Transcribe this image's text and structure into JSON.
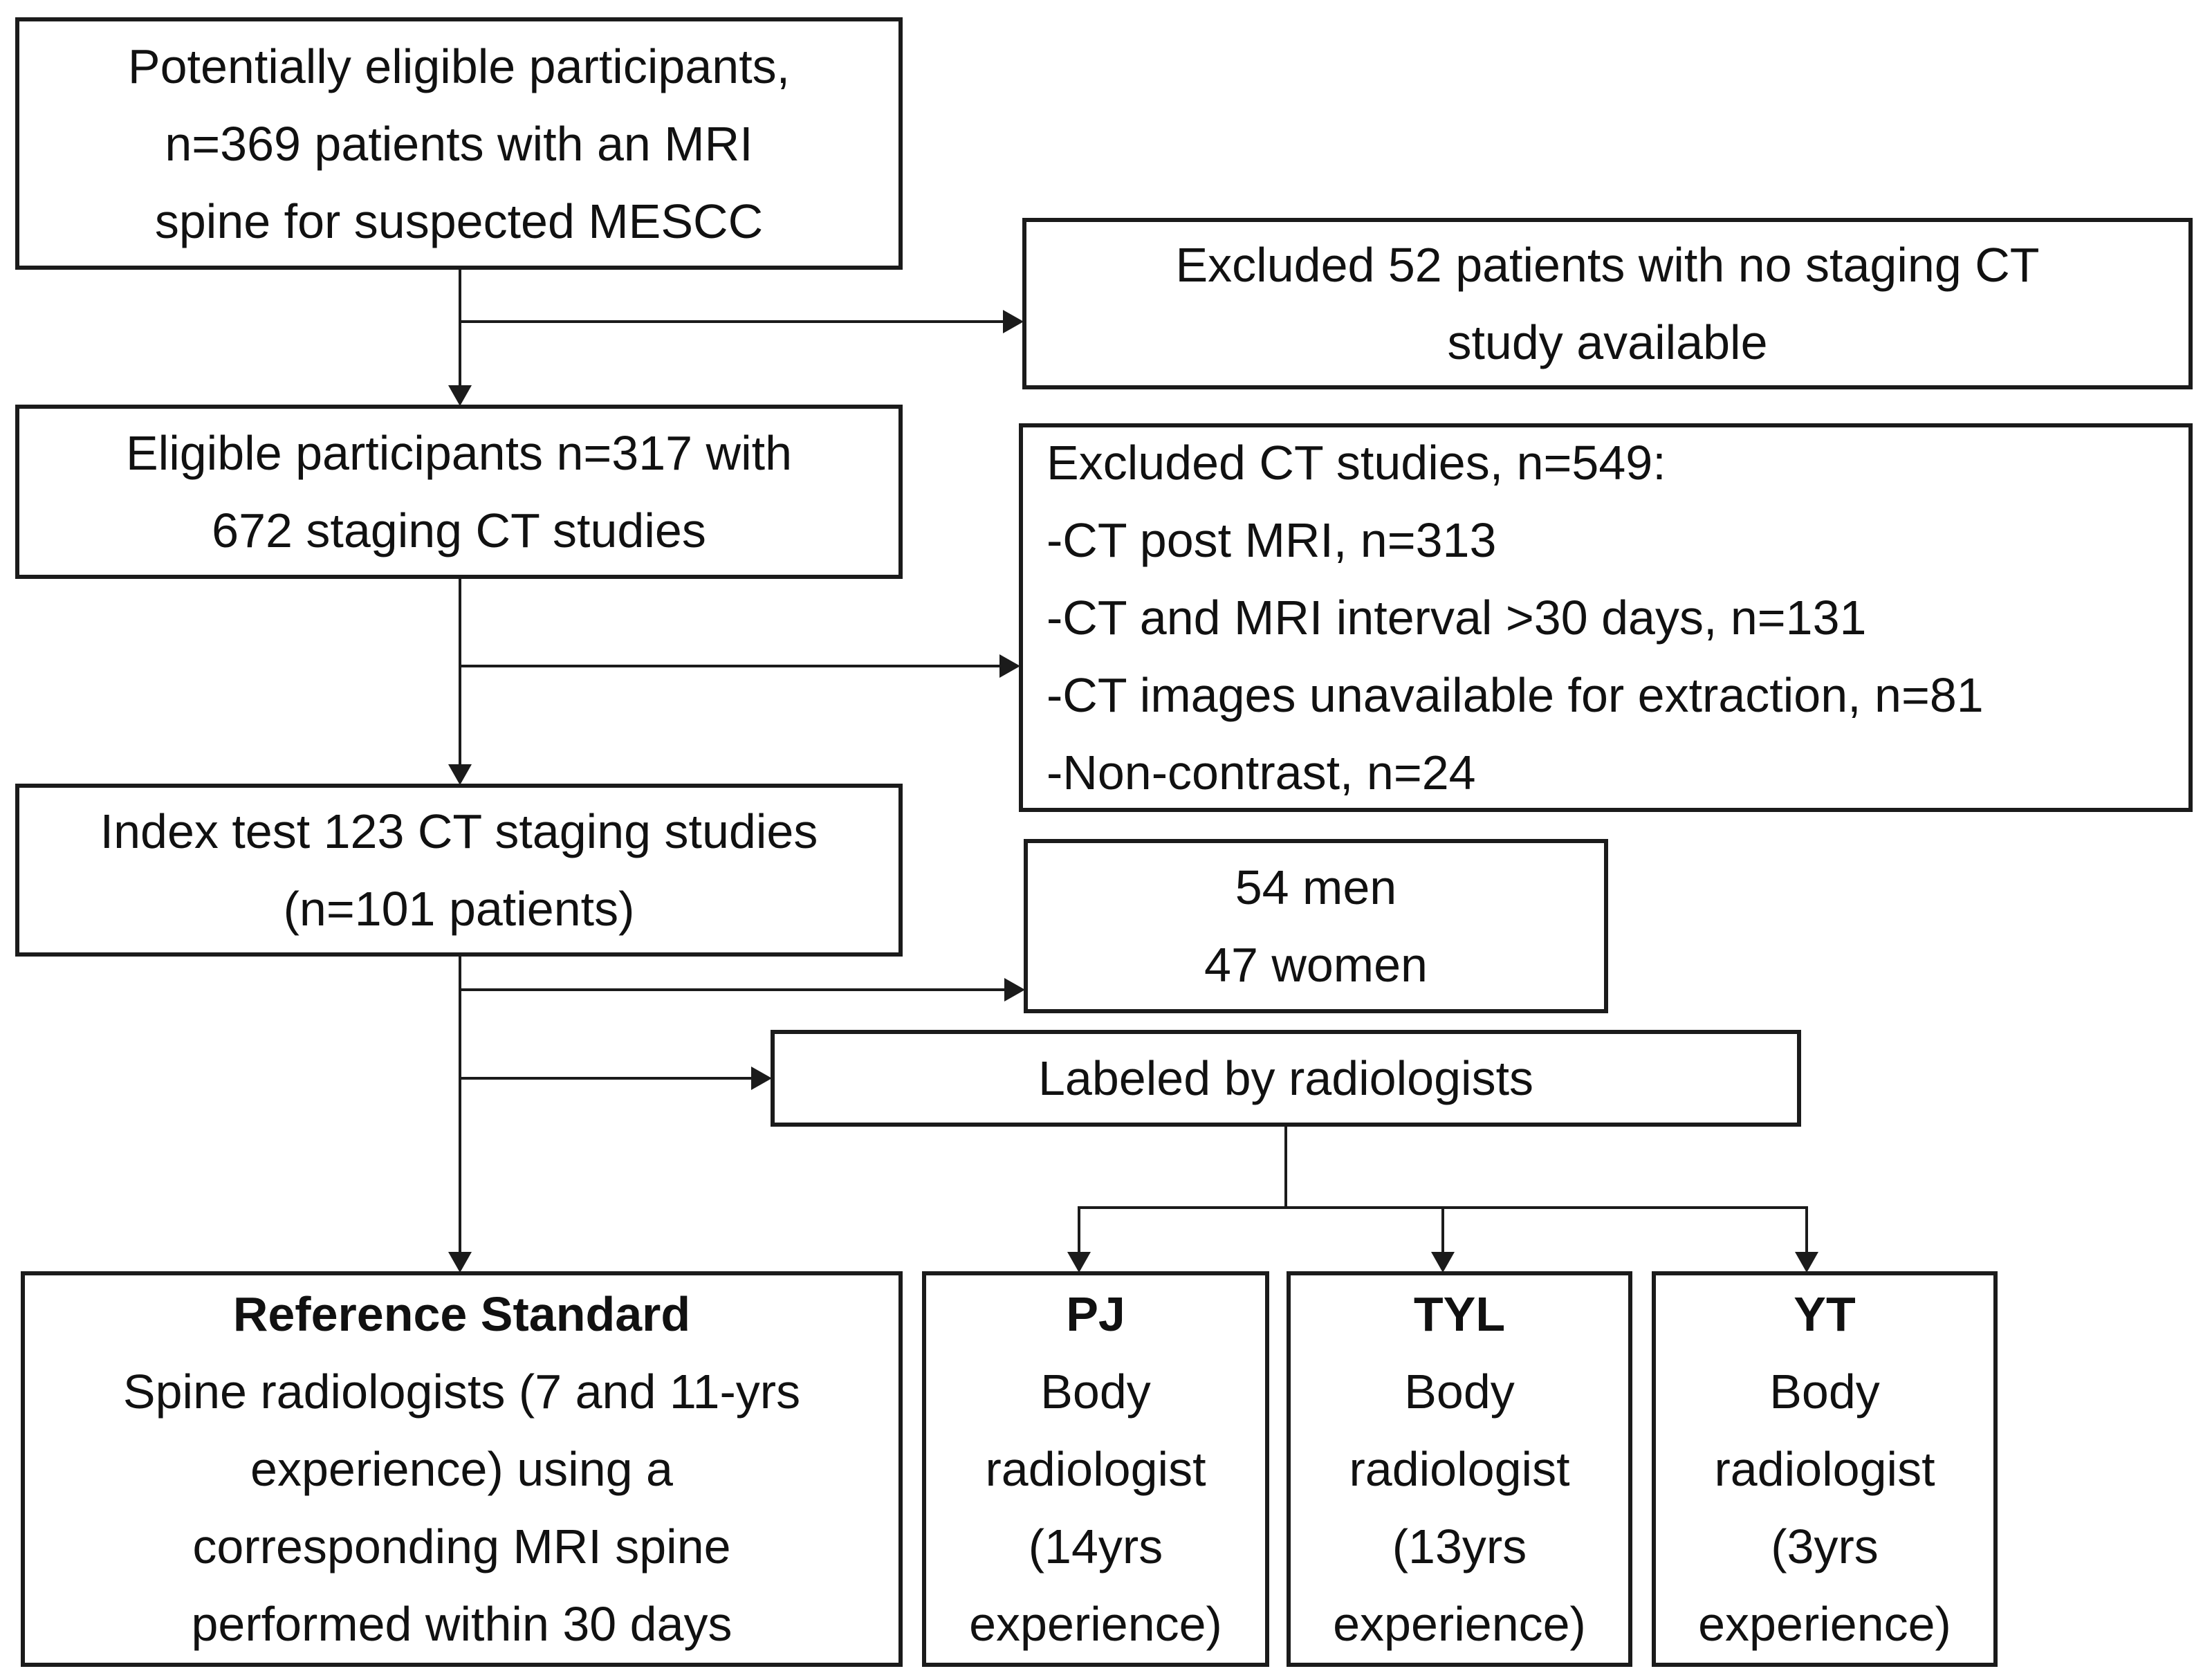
{
  "diagram_type": "study-flow-diagram",
  "colors": {
    "line": "#1b1b1b",
    "text": "#111111",
    "background": "#ffffff"
  },
  "boxes": {
    "potentially_eligible": {
      "lines": [
        "Potentially eligible participants,",
        "n=369 patients with an MRI",
        "spine for suspected MESCC"
      ]
    },
    "excluded_no_staging_ct": {
      "lines": [
        "Excluded 52 patients with no staging CT",
        "study available"
      ]
    },
    "eligible_participants": {
      "lines": [
        "Eligible participants n=317 with",
        "672 staging CT studies"
      ]
    },
    "excluded_ct_studies": {
      "lines": [
        "Excluded CT studies, n=549:",
        "-CT post MRI, n=313",
        "-CT and MRI interval >30 days, n=131",
        "-CT images unavailable for extraction, n=81",
        "-Non-contrast, n=24"
      ]
    },
    "index_test": {
      "lines": [
        "Index test 123 CT staging studies",
        "(n=101 patients)"
      ]
    },
    "demographics": {
      "lines": [
        "54 men",
        "47 women"
      ]
    },
    "labeled_by_radiologists": {
      "lines": [
        "Labeled by radiologists"
      ]
    },
    "reference_standard": {
      "title": "Reference Standard",
      "lines": [
        "Spine radiologists (7 and 11-yrs",
        "experience) using a",
        "corresponding MRI spine",
        "performed within 30 days"
      ]
    },
    "reader_pj": {
      "title": "PJ",
      "lines": [
        "Body",
        "radiologist",
        "(14yrs",
        "experience)"
      ]
    },
    "reader_tyl": {
      "title": "TYL",
      "lines": [
        "Body",
        "radiologist",
        "(13yrs",
        "experience)"
      ]
    },
    "reader_yt": {
      "title": "YT",
      "lines": [
        "Body",
        "radiologist",
        "(3yrs",
        "experience)"
      ]
    }
  }
}
